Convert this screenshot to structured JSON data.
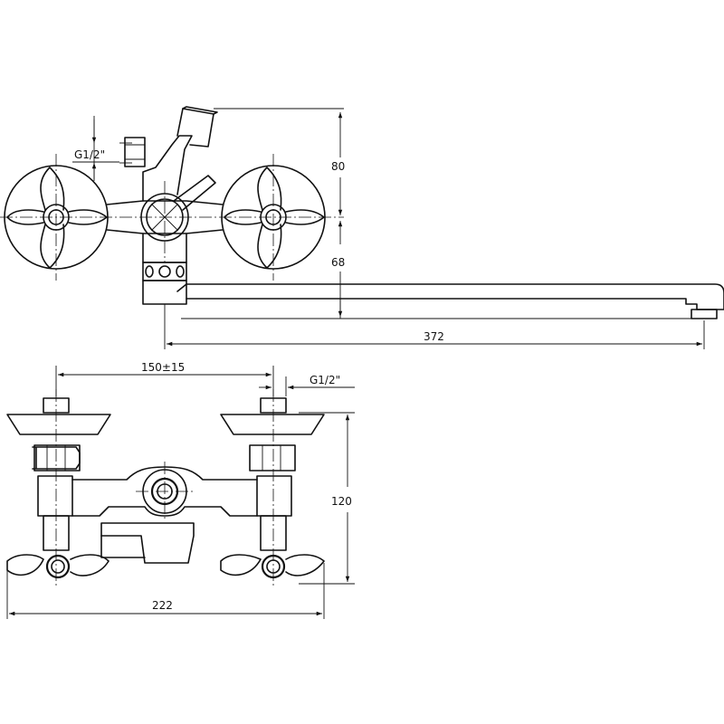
{
  "dimensions": {
    "thread_top": "G1/2\"",
    "height_top": "80",
    "spout_drop": "68",
    "spout_length": "372",
    "center_distance": "150±15",
    "thread_bottom": "G1/2\"",
    "body_height": "120",
    "overall_width": "222"
  }
}
